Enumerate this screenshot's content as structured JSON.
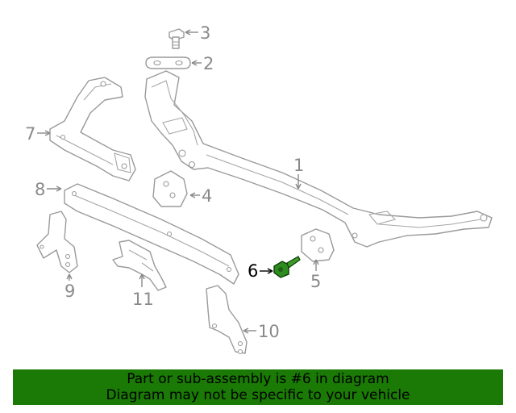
{
  "callouts": {
    "c1": "1",
    "c2": "2",
    "c3": "3",
    "c4": "4",
    "c5": "5",
    "c6": "6",
    "c7": "7",
    "c8": "8",
    "c9": "9",
    "c10": "10",
    "c11": "11"
  },
  "highlighted_part": "6",
  "colors": {
    "banner_bg": "#1a7a05",
    "highlight_part": "#2e8b1e",
    "line_art": "#9a9a9a"
  },
  "banner": {
    "line1": "Part or sub-assembly is #6 in diagram",
    "line2": "Diagram may not be specific to your vehicle"
  }
}
